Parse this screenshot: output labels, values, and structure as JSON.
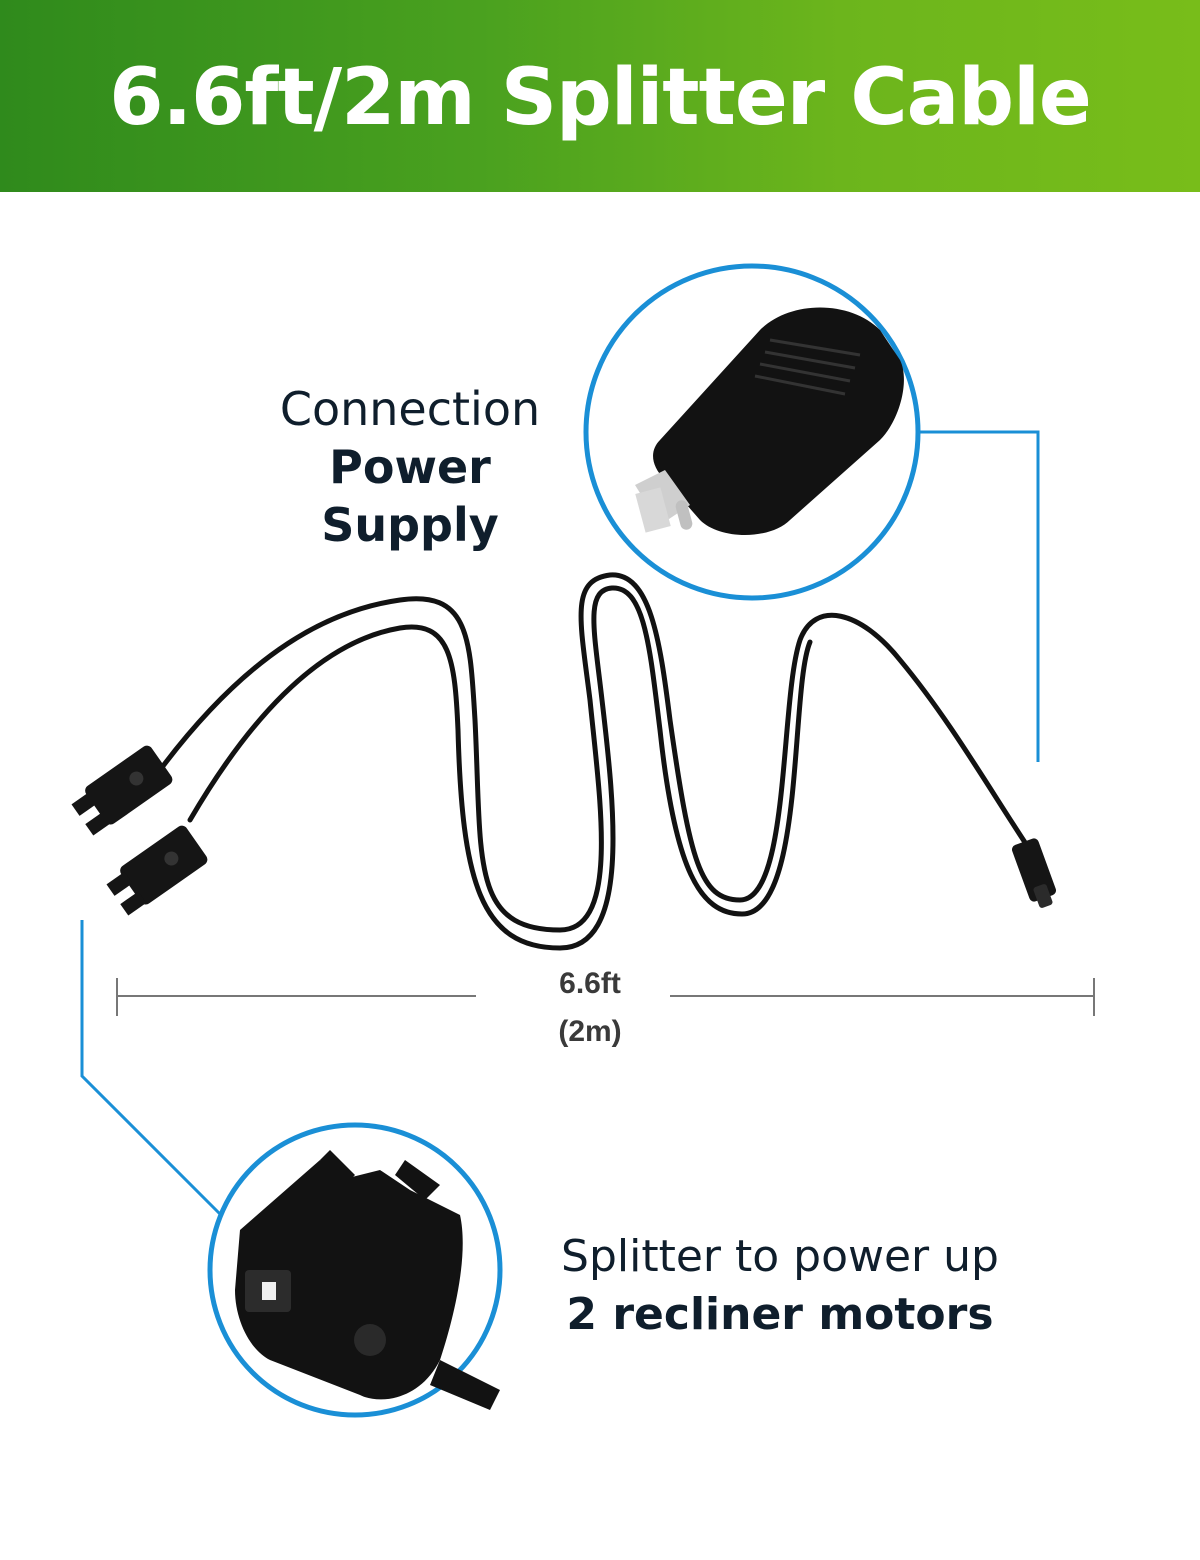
{
  "banner": {
    "title": "6.6ft/2m Splitter Cable"
  },
  "callouts": {
    "power": {
      "line1": "Connection",
      "line2": "Power Supply"
    },
    "splitter": {
      "line1": "Splitter to power up",
      "line2": "2 recliner motors"
    }
  },
  "measurement": {
    "feet": "6.6ft",
    "meters": "(2m)"
  },
  "colors": {
    "banner_left": "#2f8a1c",
    "banner_right": "#78bd1a",
    "callout_ring": "#1a8fd6",
    "text_dark": "#0f1e2c",
    "cable": "#111111"
  },
  "icons": {
    "power_plug": "power-plug-closeup",
    "splitter_connector": "recliner-connector-closeup"
  }
}
